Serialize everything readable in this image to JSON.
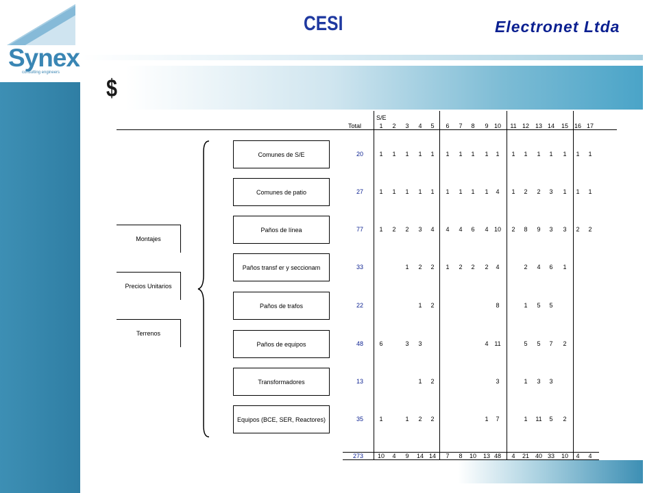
{
  "header": {
    "title": "CESI",
    "company": "Electronet Ltda"
  },
  "logo": {
    "name": "Synex",
    "registered": "®",
    "tagline": "consulting engineers"
  },
  "slide": {
    "symbol": "$"
  },
  "table": {
    "se_label": "S/E",
    "total_label": "Total",
    "columns": [
      "1",
      "2",
      "3",
      "4",
      "5",
      "6",
      "7",
      "8",
      "9",
      "10",
      "11",
      "12",
      "13",
      "14",
      "15",
      "16",
      "17"
    ],
    "rows": [
      {
        "label": "Comunes de S/E",
        "total": "20",
        "values": [
          "1",
          "1",
          "1",
          "1",
          "1",
          "1",
          "1",
          "1",
          "1",
          "1",
          "1",
          "1",
          "1",
          "1",
          "1",
          "1",
          "1"
        ]
      },
      {
        "label": "Comunes de patio",
        "total": "27",
        "values": [
          "1",
          "1",
          "1",
          "1",
          "1",
          "1",
          "1",
          "1",
          "1",
          "4",
          "1",
          "2",
          "2",
          "3",
          "1",
          "1",
          "1"
        ]
      },
      {
        "label": "Paños de línea",
        "total": "77",
        "values": [
          "1",
          "2",
          "2",
          "3",
          "4",
          "4",
          "4",
          "6",
          "4",
          "10",
          "2",
          "8",
          "9",
          "3",
          "3",
          "2",
          "2"
        ]
      },
      {
        "label": "Paños transf er y seccionam",
        "total": "33",
        "values": [
          "",
          "",
          "1",
          "2",
          "2",
          "1",
          "2",
          "2",
          "2",
          "4",
          "",
          "2",
          "4",
          "6",
          "1",
          "",
          ""
        ]
      },
      {
        "label": "Paños de trafos",
        "total": "22",
        "values": [
          "",
          "",
          "",
          "1",
          "2",
          "",
          "",
          "",
          "",
          "8",
          "",
          "1",
          "5",
          "5",
          "",
          "",
          ""
        ]
      },
      {
        "label": "Paños de equipos",
        "total": "48",
        "values": [
          "6",
          "",
          "3",
          "3",
          "",
          "",
          "",
          "",
          "4",
          "11",
          "",
          "5",
          "5",
          "7",
          "2",
          "",
          ""
        ]
      },
      {
        "label": "Transformadores",
        "total": "13",
        "values": [
          "",
          "",
          "",
          "1",
          "2",
          "",
          "",
          "",
          "",
          "3",
          "",
          "1",
          "3",
          "3",
          "",
          "",
          ""
        ]
      },
      {
        "label": "Equipos (BCE, SER, Reactores)",
        "total": "35",
        "values": [
          "1",
          "",
          "1",
          "2",
          "2",
          "",
          "",
          "",
          "1",
          "7",
          "",
          "1",
          "11",
          "5",
          "2",
          "",
          ""
        ]
      }
    ],
    "grand_total": "273",
    "column_totals": [
      "10",
      "4",
      "9",
      "14",
      "14",
      "7",
      "8",
      "10",
      "13",
      "48",
      "4",
      "21",
      "40",
      "33",
      "10",
      "4",
      "4"
    ]
  },
  "left_items": [
    "Montajes",
    "Precios Unitarios",
    "Terrenos"
  ],
  "icons": {
    "logo_graphic": "stripes-triangle-icon",
    "brace": "curly-brace-icon"
  }
}
